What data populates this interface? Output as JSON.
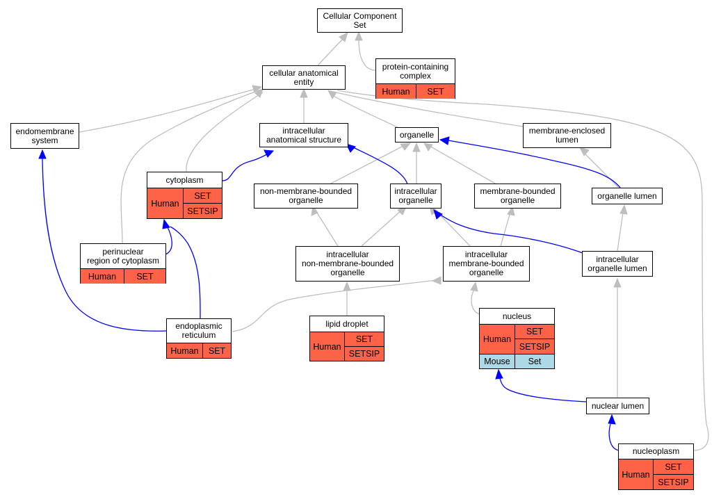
{
  "colors": {
    "human": "#ff6347",
    "mouse": "#add8e6",
    "regulates_edge": "#0000ff",
    "is_a_edge": "#bebebe"
  },
  "nodes": {
    "cellular_component_set": {
      "lines": [
        "Cellular Component",
        "Set"
      ]
    },
    "protein_containing_complex": {
      "lines": [
        "protein-containing",
        "complex"
      ],
      "human": "Human",
      "set": "SET"
    },
    "cellular_anatomical_entity": {
      "lines": [
        "cellular anatomical",
        "entity"
      ]
    },
    "endomembrane_system": {
      "lines": [
        "endomembrane",
        "system"
      ]
    },
    "intracellular_anatomical_structure": {
      "lines": [
        "intracellular",
        "anatomical structure"
      ]
    },
    "organelle": {
      "lines": [
        "organelle"
      ]
    },
    "membrane_enclosed_lumen": {
      "lines": [
        "membrane-enclosed",
        "lumen"
      ]
    },
    "cytoplasm": {
      "lines": [
        "cytoplasm"
      ],
      "human": "Human",
      "set": "SET",
      "setsip": "SETSIP"
    },
    "non_membrane_bounded_organelle": {
      "lines": [
        "non-membrane-bounded",
        "organelle"
      ]
    },
    "intracellular_organelle": {
      "lines": [
        "intracellular",
        "organelle"
      ]
    },
    "membrane_bounded_organelle": {
      "lines": [
        "membrane-bounded",
        "organelle"
      ]
    },
    "organelle_lumen": {
      "lines": [
        "organelle lumen"
      ]
    },
    "perinuclear_region": {
      "lines": [
        "perinuclear",
        "region of cytoplasm"
      ],
      "human": "Human",
      "set": "SET"
    },
    "intracellular_non_membrane_bounded_organelle": {
      "lines": [
        "intracellular",
        "non-membrane-bounded",
        "organelle"
      ]
    },
    "intracellular_membrane_bounded_organelle": {
      "lines": [
        "intracellular",
        "membrane-bounded",
        "organelle"
      ]
    },
    "intracellular_organelle_lumen": {
      "lines": [
        "intracellular",
        "organelle lumen"
      ]
    },
    "nucleus": {
      "lines": [
        "nucleus"
      ],
      "human": "Human",
      "set": "SET",
      "setsip": "SETSIP",
      "mouse": "Mouse",
      "mouse_set": "Set"
    },
    "endoplasmic_reticulum": {
      "lines": [
        "endoplasmic",
        "reticulum"
      ],
      "human": "Human",
      "set": "SET"
    },
    "lipid_droplet": {
      "lines": [
        "lipid droplet"
      ],
      "human": "Human",
      "set": "SET",
      "setsip": "SETSIP"
    },
    "nuclear_lumen": {
      "lines": [
        "nuclear lumen"
      ]
    },
    "nucleoplasm": {
      "lines": [
        "nucleoplasm"
      ],
      "human": "Human",
      "set": "SET",
      "setsip": "SETSIP"
    }
  }
}
